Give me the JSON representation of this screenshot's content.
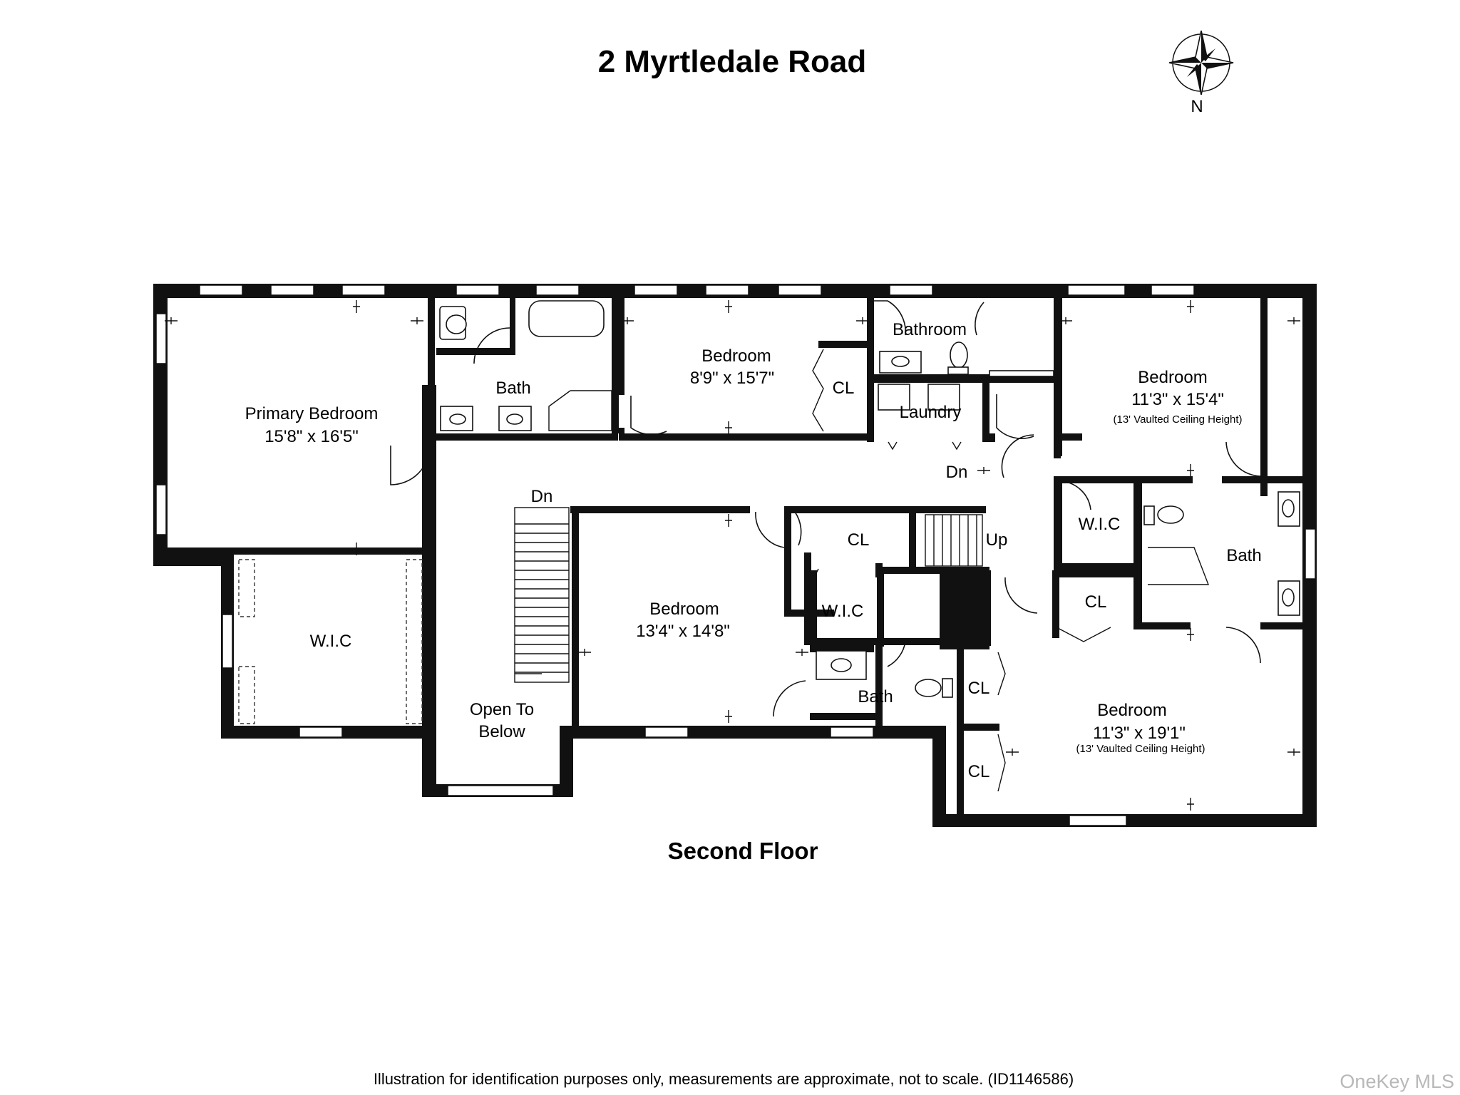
{
  "title": "2 Myrtledale Road",
  "compass": {
    "label": "N",
    "icon": "compass-rose-icon"
  },
  "floor_label": "Second Floor",
  "rooms": {
    "primary_bedroom": {
      "name": "Primary Bedroom",
      "size": "15'8\" x 16'5\""
    },
    "primary_bath": {
      "name": "Bath"
    },
    "primary_wic": {
      "name": "W.I.C"
    },
    "bedroom_small": {
      "name": "Bedroom",
      "size": "8'9\" x 15'7\""
    },
    "bedroom_small_closet": {
      "name": "CL"
    },
    "bathroom_hall": {
      "name": "Bathroom"
    },
    "laundry": {
      "name": "Laundry"
    },
    "bedroom_ne": {
      "name": "Bedroom",
      "size": "11'3\" x 15'4\"",
      "note": "(13' Vaulted Ceiling Height)"
    },
    "bedroom_ne_wic": {
      "name": "W.I.C"
    },
    "bedroom_ne_bath": {
      "name": "Bath"
    },
    "closet_center": {
      "name": "CL"
    },
    "bedroom_center": {
      "name": "Bedroom",
      "size": "13'4\" x 14'8\""
    },
    "bedroom_center_wic": {
      "name": "W.I.C"
    },
    "bath_center": {
      "name": "Bath"
    },
    "closet_east": {
      "name": "CL"
    },
    "closet_se_1": {
      "name": "CL"
    },
    "closet_se_2": {
      "name": "CL"
    },
    "bedroom_se": {
      "name": "Bedroom",
      "size": "11'3\" x 19'1\"",
      "note": "(13' Vaulted Ceiling Height)"
    },
    "open_to_below": {
      "name": "Open To\nBelow",
      "line1": "Open To",
      "line2": "Below"
    }
  },
  "stairs": {
    "main_down": "Dn",
    "hall_down": "Dn",
    "up": "Up"
  },
  "footer": "Illustration for identification purposes only, measurements are approximate, not to scale. (ID1146586)",
  "watermark": "OneKey MLS",
  "colors": {
    "wall": "#111111",
    "background": "#ffffff",
    "text": "#1a1a1a",
    "watermark": "#b8b8b8"
  }
}
